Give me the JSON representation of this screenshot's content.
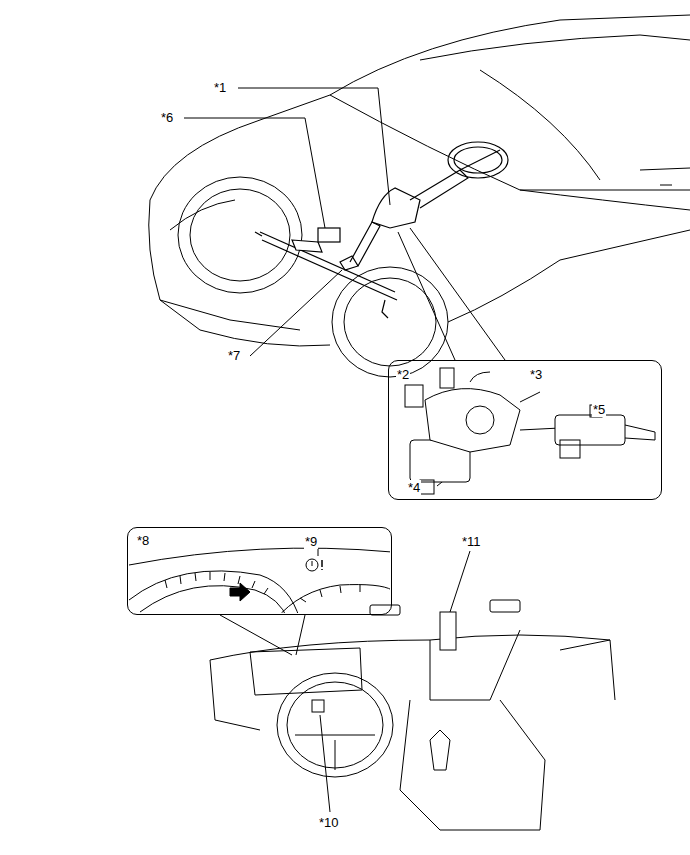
{
  "diagram": {
    "nodes": [
      {
        "text": [
          "*2",
          "*3",
          "*4",
          "*5"
        ]
      },
      {
        "text": [
          "*8",
          "*9"
        ]
      }
    ],
    "labels": [
      "*1",
      "*6",
      "*7",
      "*10",
      "*11"
    ]
  }
}
